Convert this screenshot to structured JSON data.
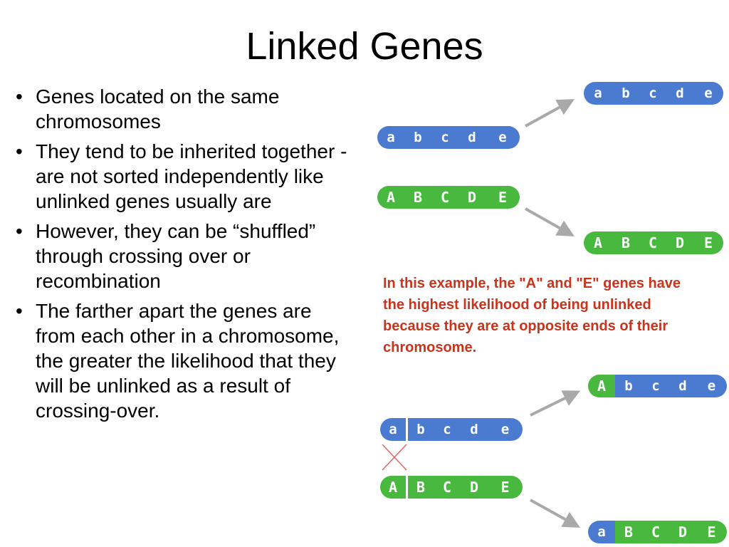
{
  "slide": {
    "title": "Linked Genes",
    "bullet_glyph": "•",
    "bullets": [
      "Genes located on the same chromosomes",
      "They tend to be inherited together - are not sorted independently like unlinked genes usually are",
      "However, they can be “shuffled” through crossing over or recombination",
      "The farther apart the genes are from each other in a chromosome, the greater the likelihood that they will be unlinked as a result of crossing-over."
    ],
    "note": " In this example, the \"A\" and \"E\" genes have the highest likelihood of being unlinked because they are at opposite ends of their chromosome."
  },
  "diagram": {
    "colors": {
      "blue": "#4b7bd1",
      "green": "#48b83e",
      "arrow": "#a9a9a9",
      "cross": "#d86a6a",
      "note": "#c8341c"
    },
    "top": {
      "parent_blue": [
        "a",
        "b",
        "c",
        "d",
        "e"
      ],
      "parent_green": [
        "A",
        "B",
        "C",
        "D",
        "E"
      ],
      "child_blue": [
        "a",
        "b",
        "c",
        "d",
        "e"
      ],
      "child_green": [
        "A",
        "B",
        "C",
        "D",
        "E"
      ]
    },
    "bottom": {
      "parent_blue_first": "a",
      "parent_blue_rest": [
        "b",
        "c",
        "d",
        "e"
      ],
      "parent_green_first": "A",
      "parent_green_rest": [
        "B",
        "C",
        "D",
        "E"
      ],
      "child_first_green": "A",
      "child_rest_blue": [
        "b",
        "c",
        "d",
        "e"
      ],
      "child_first_blue": "a",
      "child_rest_green": [
        "B",
        "C",
        "D",
        "E"
      ]
    }
  }
}
